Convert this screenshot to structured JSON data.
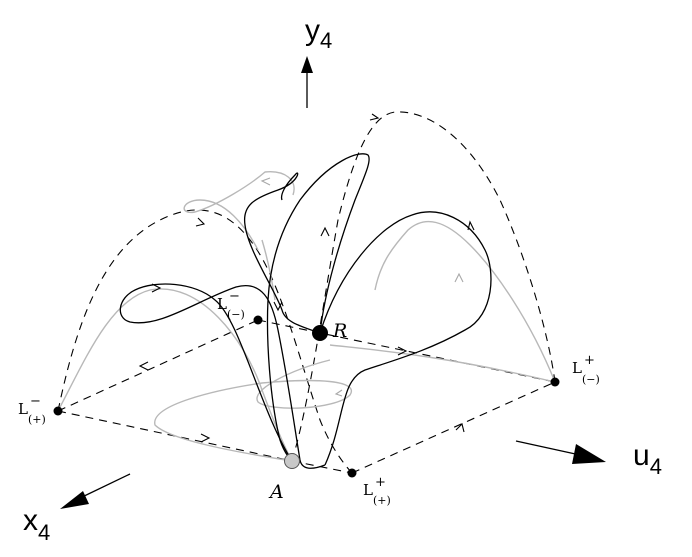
{
  "axes": {
    "y": {
      "base": "y",
      "sub": "4"
    },
    "u": {
      "base": "u",
      "sub": "4"
    },
    "x": {
      "base": "x",
      "sub": "4"
    }
  },
  "points": {
    "L_minus_plus": {
      "base": "L",
      "sup": "−",
      "sub": "(+)"
    },
    "L_minus_minus": {
      "base": "L",
      "sup": "−",
      "sub": "(−)"
    },
    "L_plus_minus": {
      "base": "L",
      "sup": "+",
      "sub": "(−)"
    },
    "L_plus_plus": {
      "base": "L",
      "sup": "+",
      "sub": "(+)"
    },
    "R": "R",
    "A": "A"
  },
  "colors": {
    "ink": "#000000",
    "gray_curve": "#b8b8b8",
    "point_A_fill": "#c8c8c8"
  }
}
